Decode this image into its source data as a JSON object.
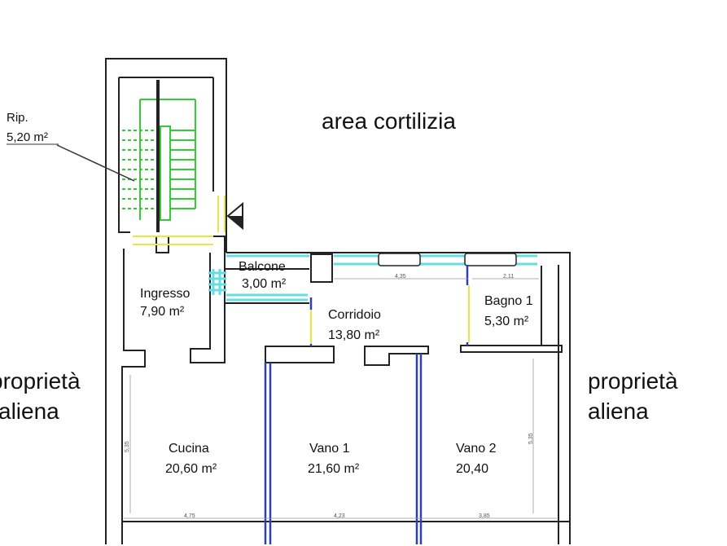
{
  "labels": {
    "area": "area cortilizia",
    "left_line1": "proprietà",
    "left_line2": "aliena",
    "right_line1": "proprietà",
    "right_line2": "aliena"
  },
  "rooms": [
    {
      "name": "Rip.",
      "area": "5,20 m²"
    },
    {
      "name": "Ingresso",
      "area": "7,90 m²"
    },
    {
      "name": "Balcone",
      "area": "3,00 m²"
    },
    {
      "name": "Corridoio",
      "area": "13,80 m²"
    },
    {
      "name": "Bagno 1",
      "area": "5,30 m²"
    },
    {
      "name": "Cucina",
      "area": "20,60 m²"
    },
    {
      "name": "Vano 1",
      "area": "21,60 m²"
    },
    {
      "name": "Vano 2",
      "area": "20,40"
    }
  ],
  "dimensions": {
    "corridor_top": "4,35",
    "bath_top": "2,11",
    "left_side": "5,35",
    "right_side": "5,35",
    "bottom_kitchen": "4,75",
    "bottom_vano1": "4,23",
    "bottom_vano2": "3,85"
  },
  "colors": {
    "wall": "#222222",
    "window": "#66dde0",
    "stair": "#33cc33",
    "door": "#e8e840",
    "partition": "#2e3fb0"
  }
}
